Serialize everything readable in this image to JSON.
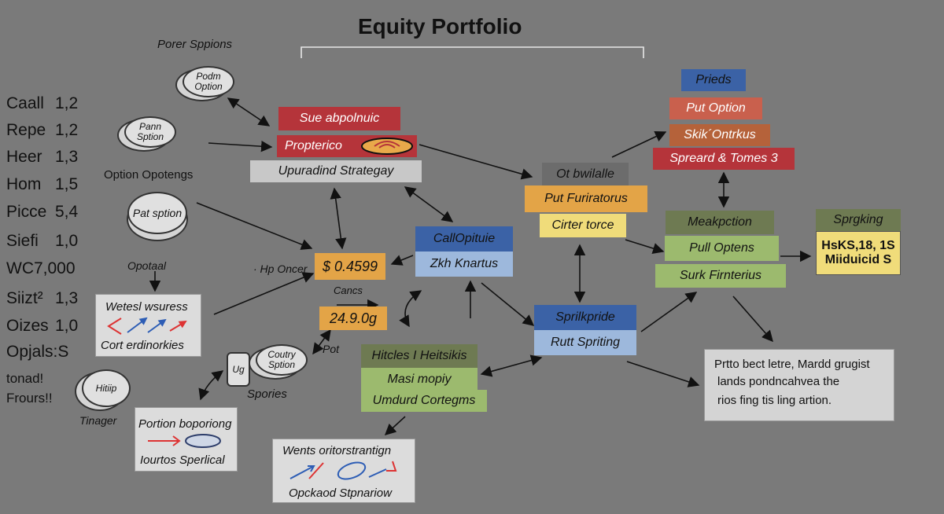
{
  "title": "Equity Portfolio",
  "left_list": [
    {
      "name": "Caall",
      "value": "1,2"
    },
    {
      "name": "Repe",
      "value": "1,2"
    },
    {
      "name": "Heer",
      "value": "1,3"
    },
    {
      "name": "Hom",
      "value": "1,5"
    },
    {
      "name": "Picce",
      "value": "5,4"
    },
    {
      "name": "Siefi",
      "value": "1,0"
    },
    {
      "name": "WC7,000",
      "value": ""
    },
    {
      "name": "Siizt²",
      "value": "1,3"
    },
    {
      "name": "Oizes",
      "value": "1,0"
    },
    {
      "name": "Opjals:S",
      "value": ""
    },
    {
      "name": "tonad!",
      "value": ""
    },
    {
      "name": "Frours!!",
      "value": ""
    }
  ],
  "labels": {
    "porer_sppions": "Porer Sppions",
    "option_opotengs": "Option Opotengs",
    "opotaal": "Opotaal",
    "hp_oncer": "· Hp Oncer",
    "cancs": "Cancs",
    "pot": "Pot",
    "spories": "Spories",
    "tinager": "Tinager"
  },
  "coins": {
    "podm_option": "Podm Option",
    "pann_sption": "Pann Sption",
    "pat_sption": "Pat sption",
    "ug": "Ug",
    "coutry_sption": "Coutry Sption",
    "hitiip": "Hitiip"
  },
  "boxes": {
    "sue_abpolnuic": "Sue abpolnuic",
    "propterico": "Propterico",
    "upuradind_strategy": "Upuradind Strategay",
    "price_a": "$ 0.4599",
    "price_b": "24.9.0g",
    "callopituie": "CallOpituie",
    "zkh_knartus": "Zkh Knartus",
    "ot_bwilalle": "Ot bwilalle",
    "put_furiratorus": "Put Furiratorus",
    "cirter_torce": "Cirter torce",
    "prieds": "Prieds",
    "put_option": "Put Option",
    "skik_ontrkus": "Skik´Ontrkus",
    "spreard_tomes": "Spreard & Tomes 3",
    "meakpction": "Meakpction",
    "pull_optens": "Pull Optens",
    "surk_firnterius": "Surk Firnterius",
    "sprgking": "Sprgking",
    "hsks_line": "HsKS,18, 1S",
    "miiduicid": "Miiduicid S",
    "sprilkpride": "Sprilkpride",
    "rutt_spriting": "Rutt Spriting",
    "hitcles": "Hitcles I Heitsikis",
    "masi_mopiy": "Masi mopiy",
    "umdurd": "Umdurd Cortegms"
  },
  "cards": {
    "wetesl_title": "Wetesl wsuress",
    "wetesl_sub": "Cort erdinorkies",
    "portion_title": "Portion boporiong",
    "portion_sub": "Iourtos Sperlical",
    "wents_title": "Wents oritorstrantign",
    "wents_sub": "Opckaod Stpnariow",
    "note_line1": "Prtto bect letre, Mardd grugist",
    "note_line2": "lands pondncahvea the",
    "note_line3": "rios fing tis ling artion."
  }
}
